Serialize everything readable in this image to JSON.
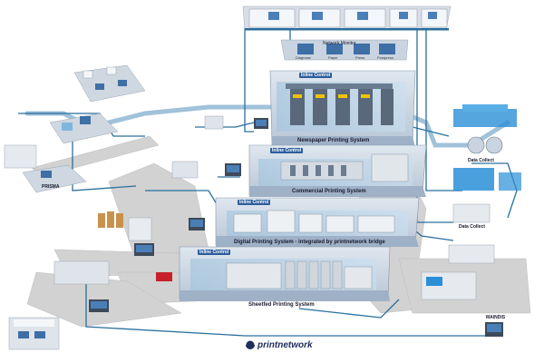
{
  "labels": {
    "newspaper": "Newspaper Printing System",
    "commercial": "Commercial Printing System",
    "digital": "Digital Printing System - integrated by printnetwork bridge",
    "sheetfed": "Sheetfed Printing System",
    "inline_newspaper": "Inline Control",
    "inline_commercial": "Inline Control",
    "inline_digital": "Inline Control",
    "inline_sheetfed": "Inline Control",
    "network_monitor": "Network Monitor",
    "prisma": "PRISMA",
    "data_collect_1": "Data Collect",
    "data_collect_2": "Data Collect",
    "maindis": "MAINDIS",
    "logo": "printnetwork"
  },
  "monitor_tabs": [
    "Diagnose",
    "Paper",
    "Press",
    "Postpress"
  ],
  "colors": {
    "floor": "#d6d6d6",
    "platform": "#c9d4e0",
    "belt": "#8fb7d4",
    "cable": "#2a6f9e",
    "machine": "#e8ecf0",
    "accent": "#2c5d9c",
    "blue_units": "#2a8fd6"
  }
}
